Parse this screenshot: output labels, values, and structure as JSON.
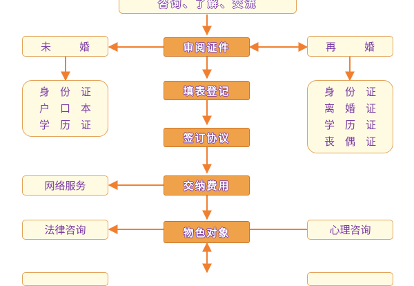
{
  "top_box": {
    "text": "咨询、了解、交流"
  },
  "center": [
    "审阅证件",
    "填表登记",
    "签订协议",
    "交纳费用",
    "物色对象"
  ],
  "left_top": {
    "chars": [
      "未",
      "婚"
    ]
  },
  "right_top": {
    "chars": [
      "再",
      "婚"
    ]
  },
  "left_docs": [
    [
      "身",
      "份",
      "证"
    ],
    [
      "户",
      "口",
      "本"
    ],
    [
      "学",
      "历",
      "证"
    ]
  ],
  "right_docs": [
    [
      "身",
      "份",
      "证"
    ],
    [
      "离",
      "婚",
      "证"
    ],
    [
      "学",
      "历",
      "证"
    ],
    [
      "丧",
      "偶",
      "证"
    ]
  ],
  "left_service": "网络服务",
  "left_legal": "法律咨询",
  "right_psych": "心理咨询",
  "colors": {
    "arrow": "#f08030",
    "box_border": "#e3a35a",
    "box_fill": "#fffbe3",
    "center_fill": "#f0a24a",
    "text": "#7a3aa6"
  }
}
